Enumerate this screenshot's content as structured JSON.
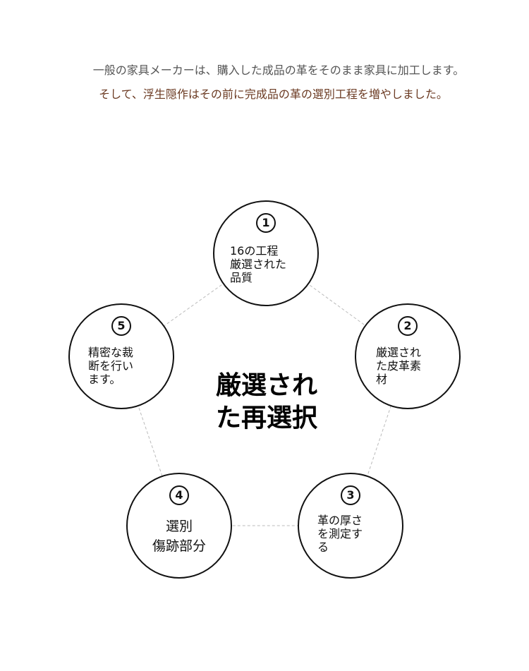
{
  "intro": {
    "line1": "一般の家具メーカーは、購入した成品の革をそのまま家具に加工します。",
    "line2": "そして、浮生隠作はその前に完成品の革の選別工程を増やしました。"
  },
  "center_title": "厳選され\nた再選択",
  "steps": [
    {
      "number": "1",
      "label": "16の工程\n厳選された\n品質"
    },
    {
      "number": "2",
      "label": "厳選され\nた皮革素\n材"
    },
    {
      "number": "3",
      "label": "革の厚さ\nを測定す\nる"
    },
    {
      "number": "4",
      "label": "選別\n傷跡部分"
    },
    {
      "number": "5",
      "label": "精密な裁\n断を行い\nます。"
    }
  ]
}
